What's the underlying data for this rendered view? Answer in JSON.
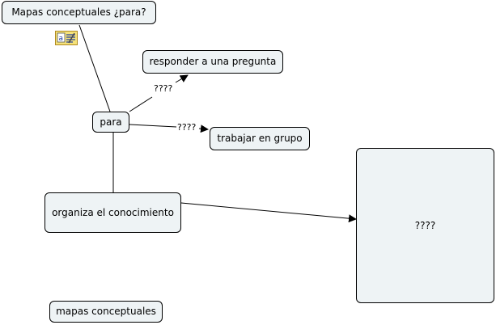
{
  "concept_map": {
    "nodes": {
      "root": "Mapas conceptuales ¿para?",
      "para": "para",
      "responder": "responder a una pregunta",
      "trabajar": "trabajar en grupo",
      "organiza": "organiza el conocimiento",
      "unknown": "????",
      "mapas": "mapas conceptuales"
    },
    "link_labels": {
      "to_responder": "????",
      "to_trabajar": "????"
    },
    "icons": {
      "root_annotation": "text-annotation-icon"
    }
  }
}
